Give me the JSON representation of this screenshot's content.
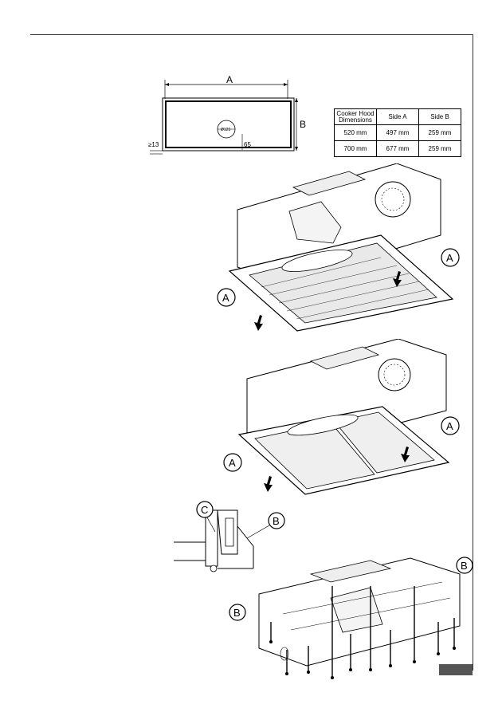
{
  "figure_top": {
    "label_a": "A",
    "label_b": "B",
    "min_gap": "≥13",
    "duct_diameter": "Ø125",
    "offset": "65"
  },
  "dimensions_table": {
    "headers": [
      "Cooker Hood Dimensions",
      "Side A",
      "Side B"
    ],
    "rows": [
      [
        "520 mm",
        "497 mm",
        "259 mm"
      ],
      [
        "700 mm",
        "677 mm",
        "259 mm"
      ]
    ]
  },
  "callouts": {
    "filter_latch": "A",
    "mount_screw": "B",
    "clip": "C"
  }
}
